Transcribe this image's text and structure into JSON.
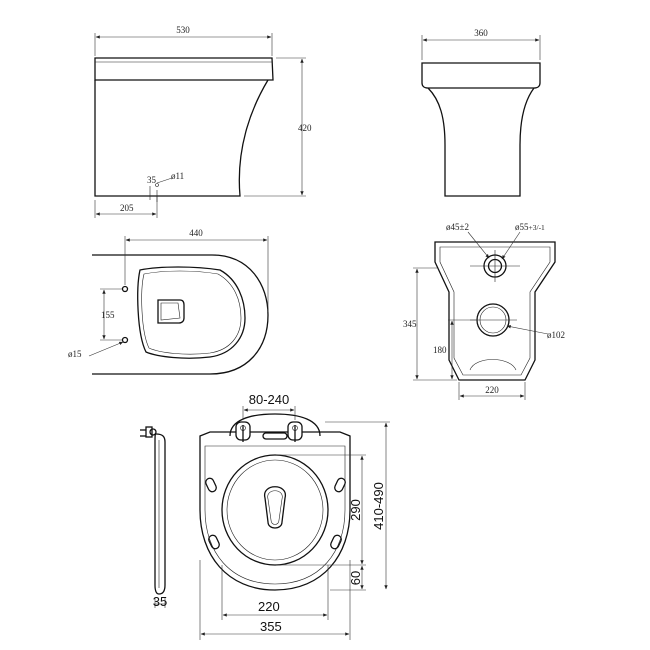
{
  "views": {
    "side": {
      "width": "530",
      "height": "420",
      "outlet_offset": "205",
      "outlet_dim": "35",
      "outlet_diameter": "ø11"
    },
    "front": {
      "width": "360"
    },
    "plan": {
      "depth": "440",
      "hole_spacing": "155",
      "hole_diameter": "ø15"
    },
    "rear": {
      "height": "345",
      "waste_height": "180",
      "base_width": "220",
      "inlet_diameter": "ø45±2",
      "flush_diameter": "ø55",
      "flush_tol": "+3/-1",
      "waste_diameter": "ø102"
    },
    "seat": {
      "hinge_range": "80-240",
      "inner_length": "290",
      "total_length": "410-490",
      "front_gap": "60",
      "inner_width": "220",
      "total_width": "355",
      "thickness": "35"
    }
  }
}
